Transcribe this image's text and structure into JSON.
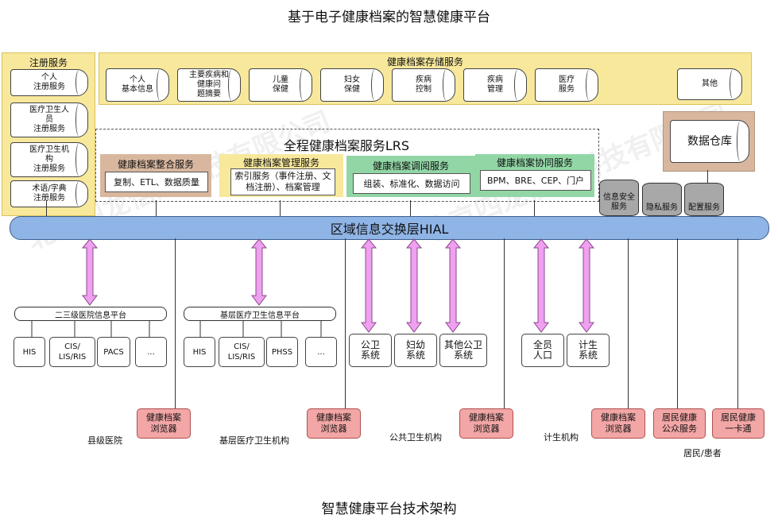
{
  "title": "基于电子健康档案的智慧健康平台",
  "caption": "智慧健康平台技术架构",
  "registration": {
    "heading": "注册服务",
    "items": [
      {
        "line1": "个人",
        "line2": "注册服务"
      },
      {
        "line1": "医疗卫生人员",
        "line2": "注册服务"
      },
      {
        "line1": "医疗卫生机构",
        "line2": "注册服务"
      },
      {
        "line1": "术语/字典",
        "line2": "注册服务"
      }
    ]
  },
  "storage": {
    "heading": "健康档案存储服务",
    "items": [
      {
        "line1": "个人",
        "line2": "基本信息"
      },
      {
        "line1": "主要疾病和健康问",
        "line2": "题摘要"
      },
      {
        "line1": "儿童",
        "line2": "保健"
      },
      {
        "line1": "妇女",
        "line2": "保健"
      },
      {
        "line1": "疾病",
        "line2": "控制"
      },
      {
        "line1": "疾病",
        "line2": "管理"
      },
      {
        "line1": "医疗",
        "line2": "服务"
      },
      {
        "line1": "其他",
        "line2": ""
      }
    ]
  },
  "datawarehouse": "数据仓库",
  "lrs": {
    "title": "全程健康档案服务LRS",
    "groups": [
      {
        "heading": "健康档案整合服务",
        "content": "复制、ETL、数据质量"
      },
      {
        "heading": "健康档案管理服务",
        "content": "索引服务（事件注册、文档注册）、档案管理"
      },
      {
        "heading": "健康档案调阅服务",
        "content": "组装、标准化、数据访问"
      },
      {
        "heading": "健康档案协同服务",
        "content": "BPM、BRE、CEP、门户"
      }
    ]
  },
  "security": [
    "信息安全服务",
    "隐私服务",
    "配置服务"
  ],
  "hial": "区域信息交换层HIAL",
  "platforms": [
    {
      "name": "二三级医院信息平台",
      "systems": [
        "HIS",
        "CIS/ LIS/RIS",
        "PACS",
        "..."
      ]
    },
    {
      "name": "基层医疗卫生信息平台",
      "systems": [
        "HIS",
        "CIS/ LIS/RIS",
        "PHSS",
        "..."
      ]
    }
  ],
  "public_systems": [
    {
      "line1": "公卫",
      "line2": "系统"
    },
    {
      "line1": "妇幼",
      "line2": "系统"
    },
    {
      "line1": "其他公卫",
      "line2": "系统"
    },
    {
      "line1": "全员",
      "line2": "人口"
    },
    {
      "line1": "计生",
      "line2": "系统"
    }
  ],
  "browsers": [
    {
      "line1": "健康档案",
      "line2": "浏览器"
    },
    {
      "line1": "健康档案",
      "line2": "浏览器"
    },
    {
      "line1": "健康档案",
      "line2": "浏览器"
    },
    {
      "line1": "健康档案",
      "line2": "浏览器"
    },
    {
      "line1": "居民健康",
      "line2": "公众服务"
    },
    {
      "line1": "居民健康",
      "line2": "一卡通"
    }
  ],
  "institutions": [
    "县级医院",
    "基层医疗卫生机构",
    "公共卫生机构",
    "计生机构",
    "居民/患者"
  ],
  "watermark": "北京四龙信息科技有限公司",
  "colors": {
    "yellow": "#f7e89c",
    "hial": "#8fb4e6",
    "green": "#92d6a6",
    "brown": "#d9b79f",
    "pink": "#f3a6a6",
    "arrow": "#f0a0f0"
  }
}
